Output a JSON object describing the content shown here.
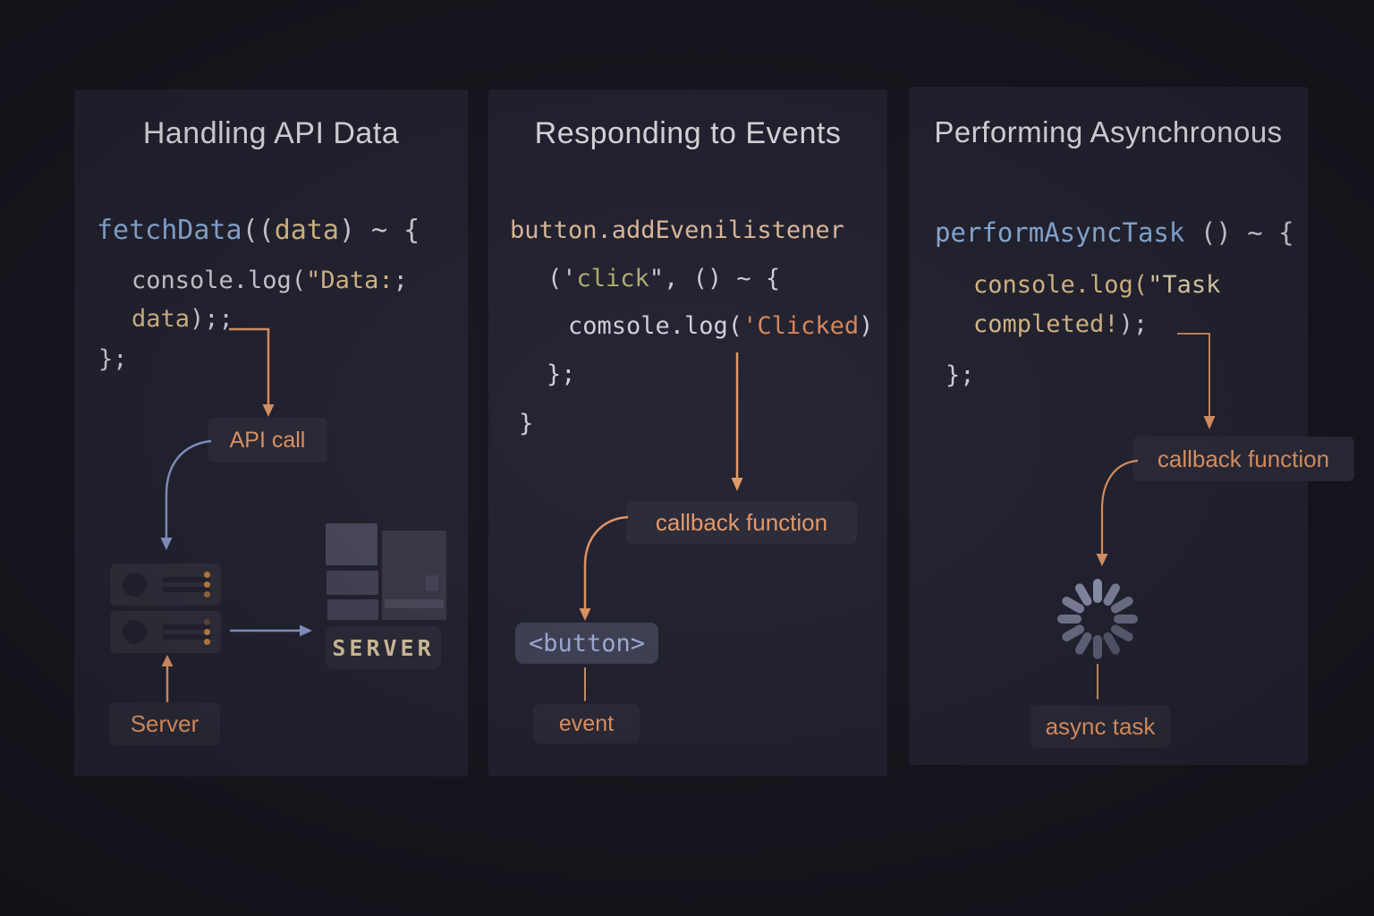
{
  "colors": {
    "page_bg": "#17161F",
    "panel_bg": "#232231",
    "title_color": "#E8E8EE",
    "code_white": "#D6D6DE",
    "code_blue": "#8FB3E0",
    "code_gold": "#DFC08C",
    "code_cream": "#E8DAB4",
    "code_peach": "#E7C2A2",
    "code_olive": "#B6B472",
    "code_orange": "#E08A5A",
    "label_orange": "#ED9E6B",
    "arrow_orange": "#E89A68",
    "arrow_blue": "#8B9CD0",
    "label_box_bg": "#2C2B39",
    "button_box_bg": "#414358",
    "button_text": "#A9B4E2",
    "server_text": "#DCC9A4"
  },
  "panel1": {
    "title": "Handling API Data",
    "code": {
      "l1": {
        "a": "fetchData",
        "b": "((",
        "c": "data",
        "d": ") ~ {"
      },
      "l2": {
        "a": "console.log(",
        "b": "\"Data:",
        "c": ";"
      },
      "l3": {
        "a": "data",
        "b": ");;"
      },
      "l4": {
        "a": "};"
      }
    },
    "labels": {
      "api_call": "API call",
      "server_screen": "SERVER",
      "server": "Server"
    }
  },
  "panel2": {
    "title": "Responding to Events",
    "code": {
      "l1": {
        "a": "button.addEvenilistener"
      },
      "l2": {
        "a": "('",
        "b": "click",
        "c": "\", () ~ {"
      },
      "l3": {
        "a": "comsole.log(",
        "b": "'Clicked",
        "c": ")"
      },
      "l4": {
        "a": "};"
      },
      "l5": {
        "a": "}"
      }
    },
    "labels": {
      "callback": "callback function",
      "button_tag": "<button>",
      "event": "event"
    }
  },
  "panel3": {
    "title": "Performing Asynchronous",
    "code": {
      "l1": {
        "a": "performAsyncTask",
        "b": " () ~ {"
      },
      "l2": {
        "a": "console.log(",
        "b": "\"Task"
      },
      "l3": {
        "a": "completed!",
        "b": ");"
      },
      "l4": {
        "a": "};"
      }
    },
    "labels": {
      "callback": "callback function",
      "async_task": "async task"
    }
  },
  "icons": {
    "server_rack": "server-rack-icon",
    "server_screenshot": "server-dashboard-thumbnail",
    "spinner": "loading-spinner-icon"
  }
}
